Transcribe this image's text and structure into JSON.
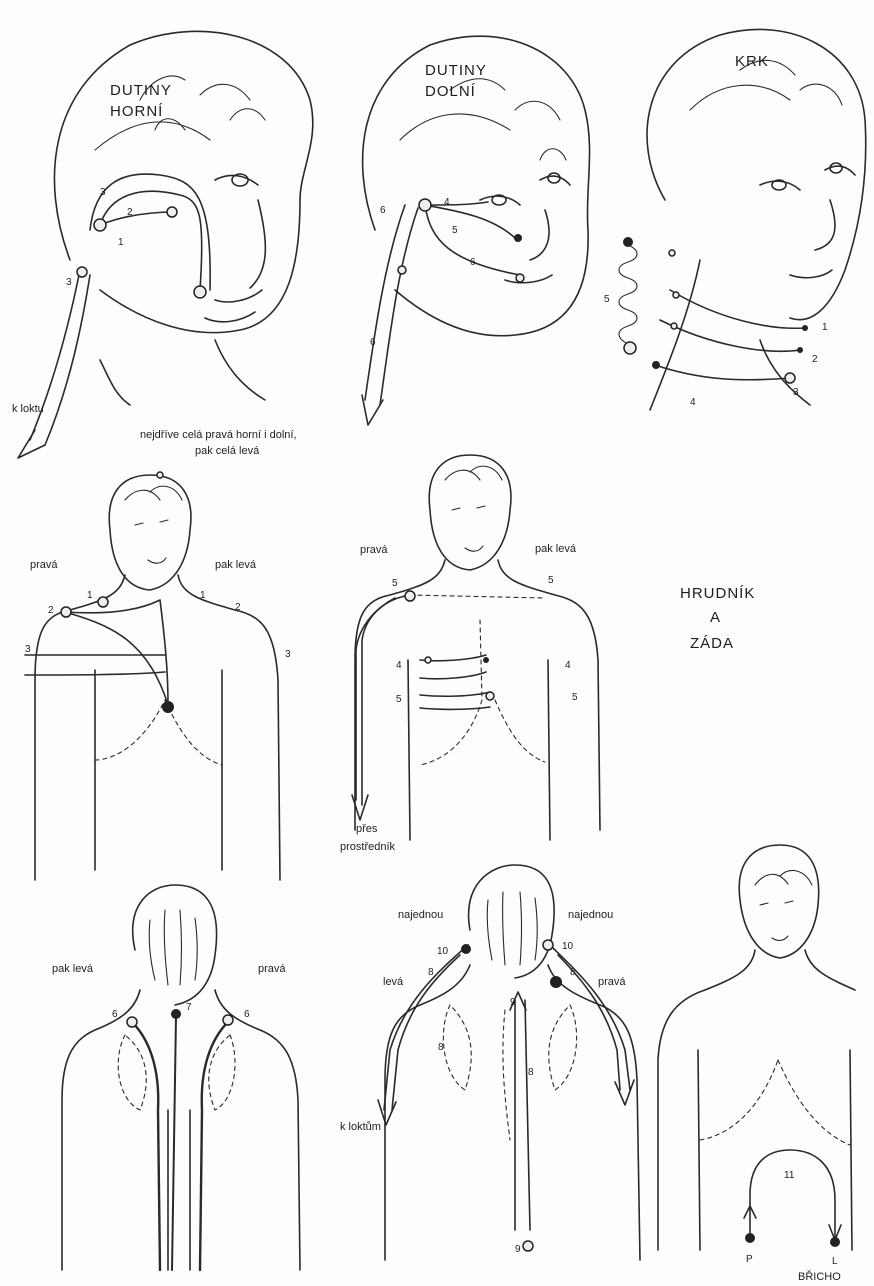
{
  "panels": {
    "p1": {
      "title_line1": "DUTINY",
      "title_line2": "HORNÍ",
      "label_k_loktu": "k loktu",
      "note_line1": "nejdříve celá pravá horní i dolní,",
      "note_line2": "pak celá levá",
      "n1": "1",
      "n2": "2",
      "n3a": "3",
      "n3b": "3"
    },
    "p2": {
      "title_line1": "DUTINY",
      "title_line2": "DOLNÍ",
      "n4": "4",
      "n5": "5",
      "n6a": "6",
      "n6b": "6",
      "n6c": "6"
    },
    "p3": {
      "title": "KRK",
      "n1": "1",
      "n2": "2",
      "n3": "3",
      "n4": "4",
      "n5": "5"
    },
    "p4": {
      "right_label": "pravá",
      "left_label": "pak levá",
      "n1a": "1",
      "n2a": "2",
      "n3a": "3",
      "n1b": "1",
      "n2b": "2",
      "n3b": "3"
    },
    "p5": {
      "right_label": "pravá",
      "left_label": "pak levá",
      "bottom_line1": "přes",
      "bottom_line2": "prostředník",
      "n5a": "5",
      "n4a": "4",
      "n5c": "5",
      "n5b": "5",
      "n4b": "4",
      "n5d": "5"
    },
    "p6": {
      "title_line1": "HRUDNÍK",
      "title_line2": "A",
      "title_line3": "ZÁDA"
    },
    "p7": {
      "left_label": "pak levá",
      "right_label": "pravá",
      "n6a": "6",
      "n7": "7",
      "n6b": "6"
    },
    "p8": {
      "top_left": "najednou",
      "top_right": "najednou",
      "left_label": "levá",
      "right_label": "pravá",
      "bottom_label": "k loktům",
      "n10a": "10",
      "n10b": "10",
      "n8a": "8",
      "n8b": "8",
      "n8c": "8",
      "n8d": "8",
      "n9a": "9",
      "n9b": "9"
    },
    "p9": {
      "caption": "BŘICHO",
      "n11": "11",
      "p": "P",
      "l": "L"
    }
  }
}
